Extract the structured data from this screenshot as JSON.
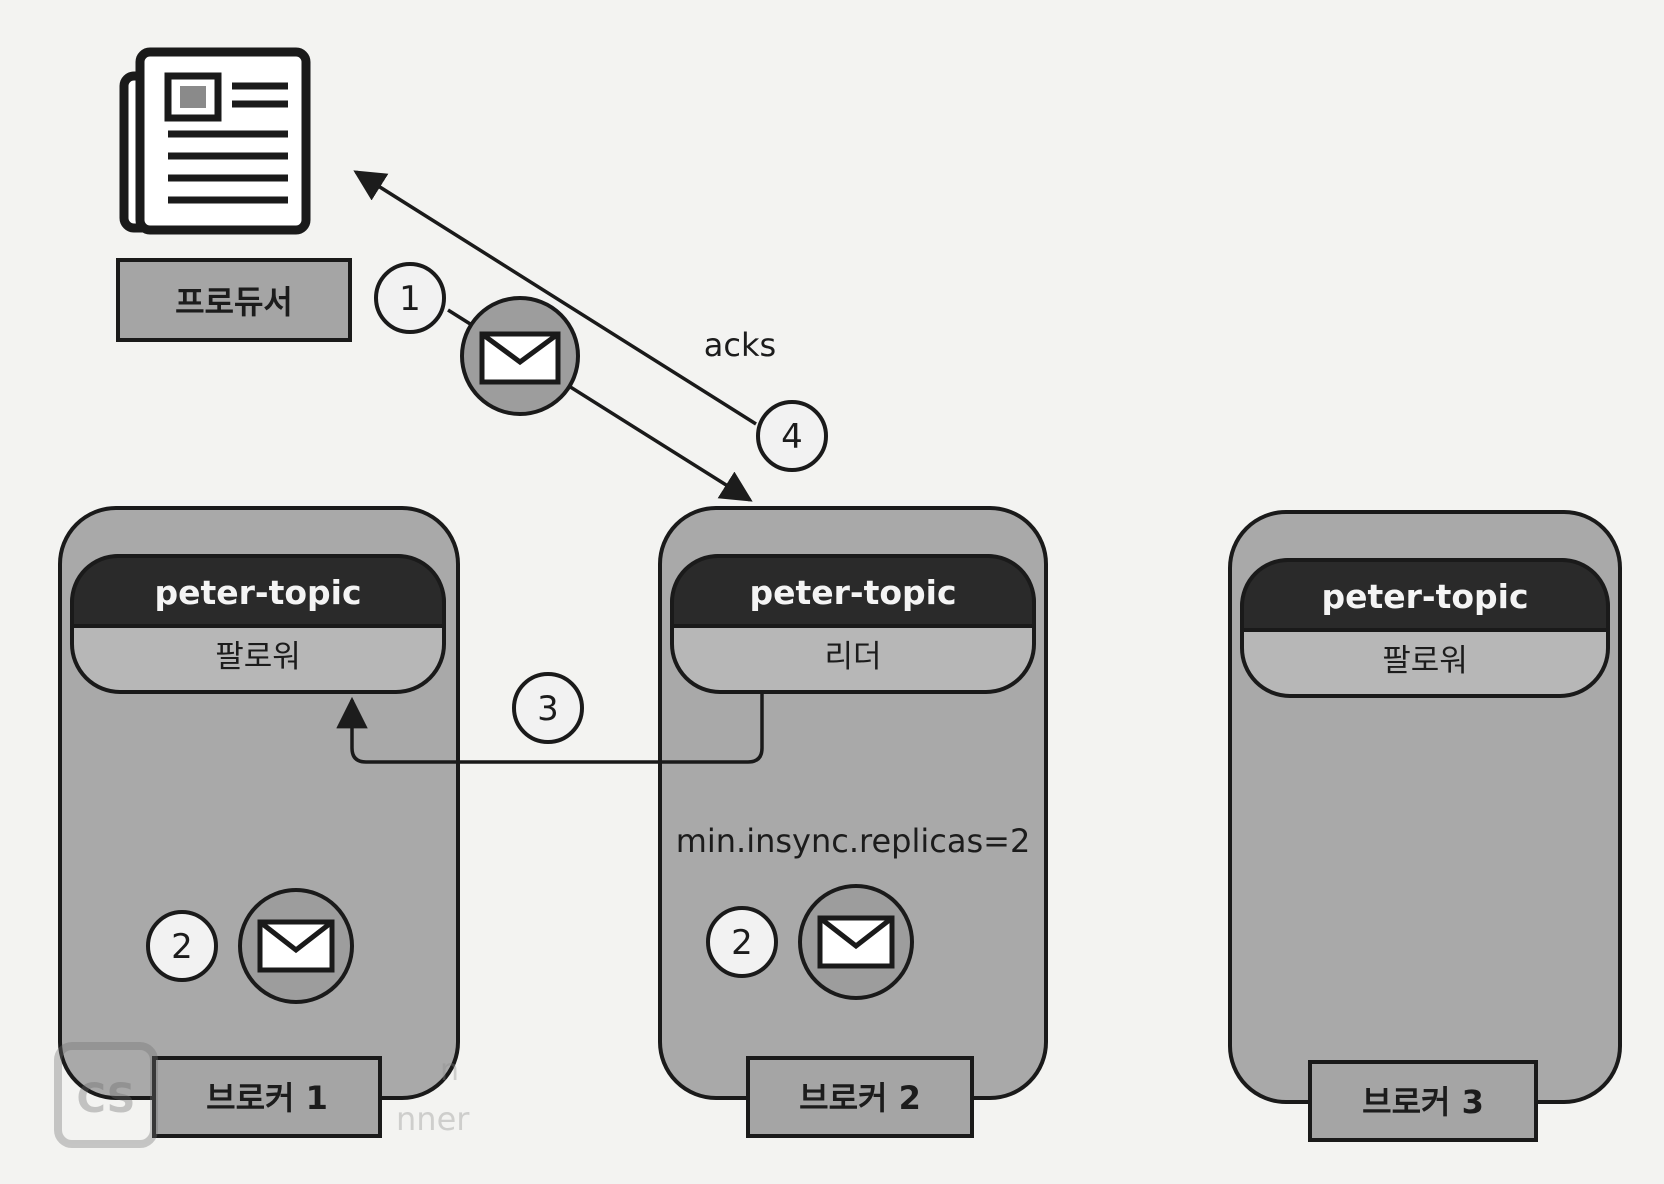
{
  "producer": {
    "label": "프로듀서",
    "icon": "newspaper-icon"
  },
  "acks_label": "acks",
  "steps": {
    "s1": "1",
    "s2": "2",
    "s3": "3",
    "s4": "4"
  },
  "brokers": [
    {
      "label": "브로커 1",
      "topic": "peter-topic",
      "role": "팔로워"
    },
    {
      "label": "브로커 2",
      "topic": "peter-topic",
      "role": "리더",
      "config": "min.insync.replicas=2"
    },
    {
      "label": "브로커 3",
      "topic": "peter-topic",
      "role": "팔로워"
    }
  ],
  "watermark": {
    "letters": "CS",
    "line1": "n",
    "line2": "nner"
  },
  "colors": {
    "broker_fill": "#a9a9a9",
    "partition_header": "#2a2a2a",
    "partition_body": "#b7b7b7",
    "label_box": "#a5a5a5",
    "envelope_circle": "#9d9d9d"
  }
}
